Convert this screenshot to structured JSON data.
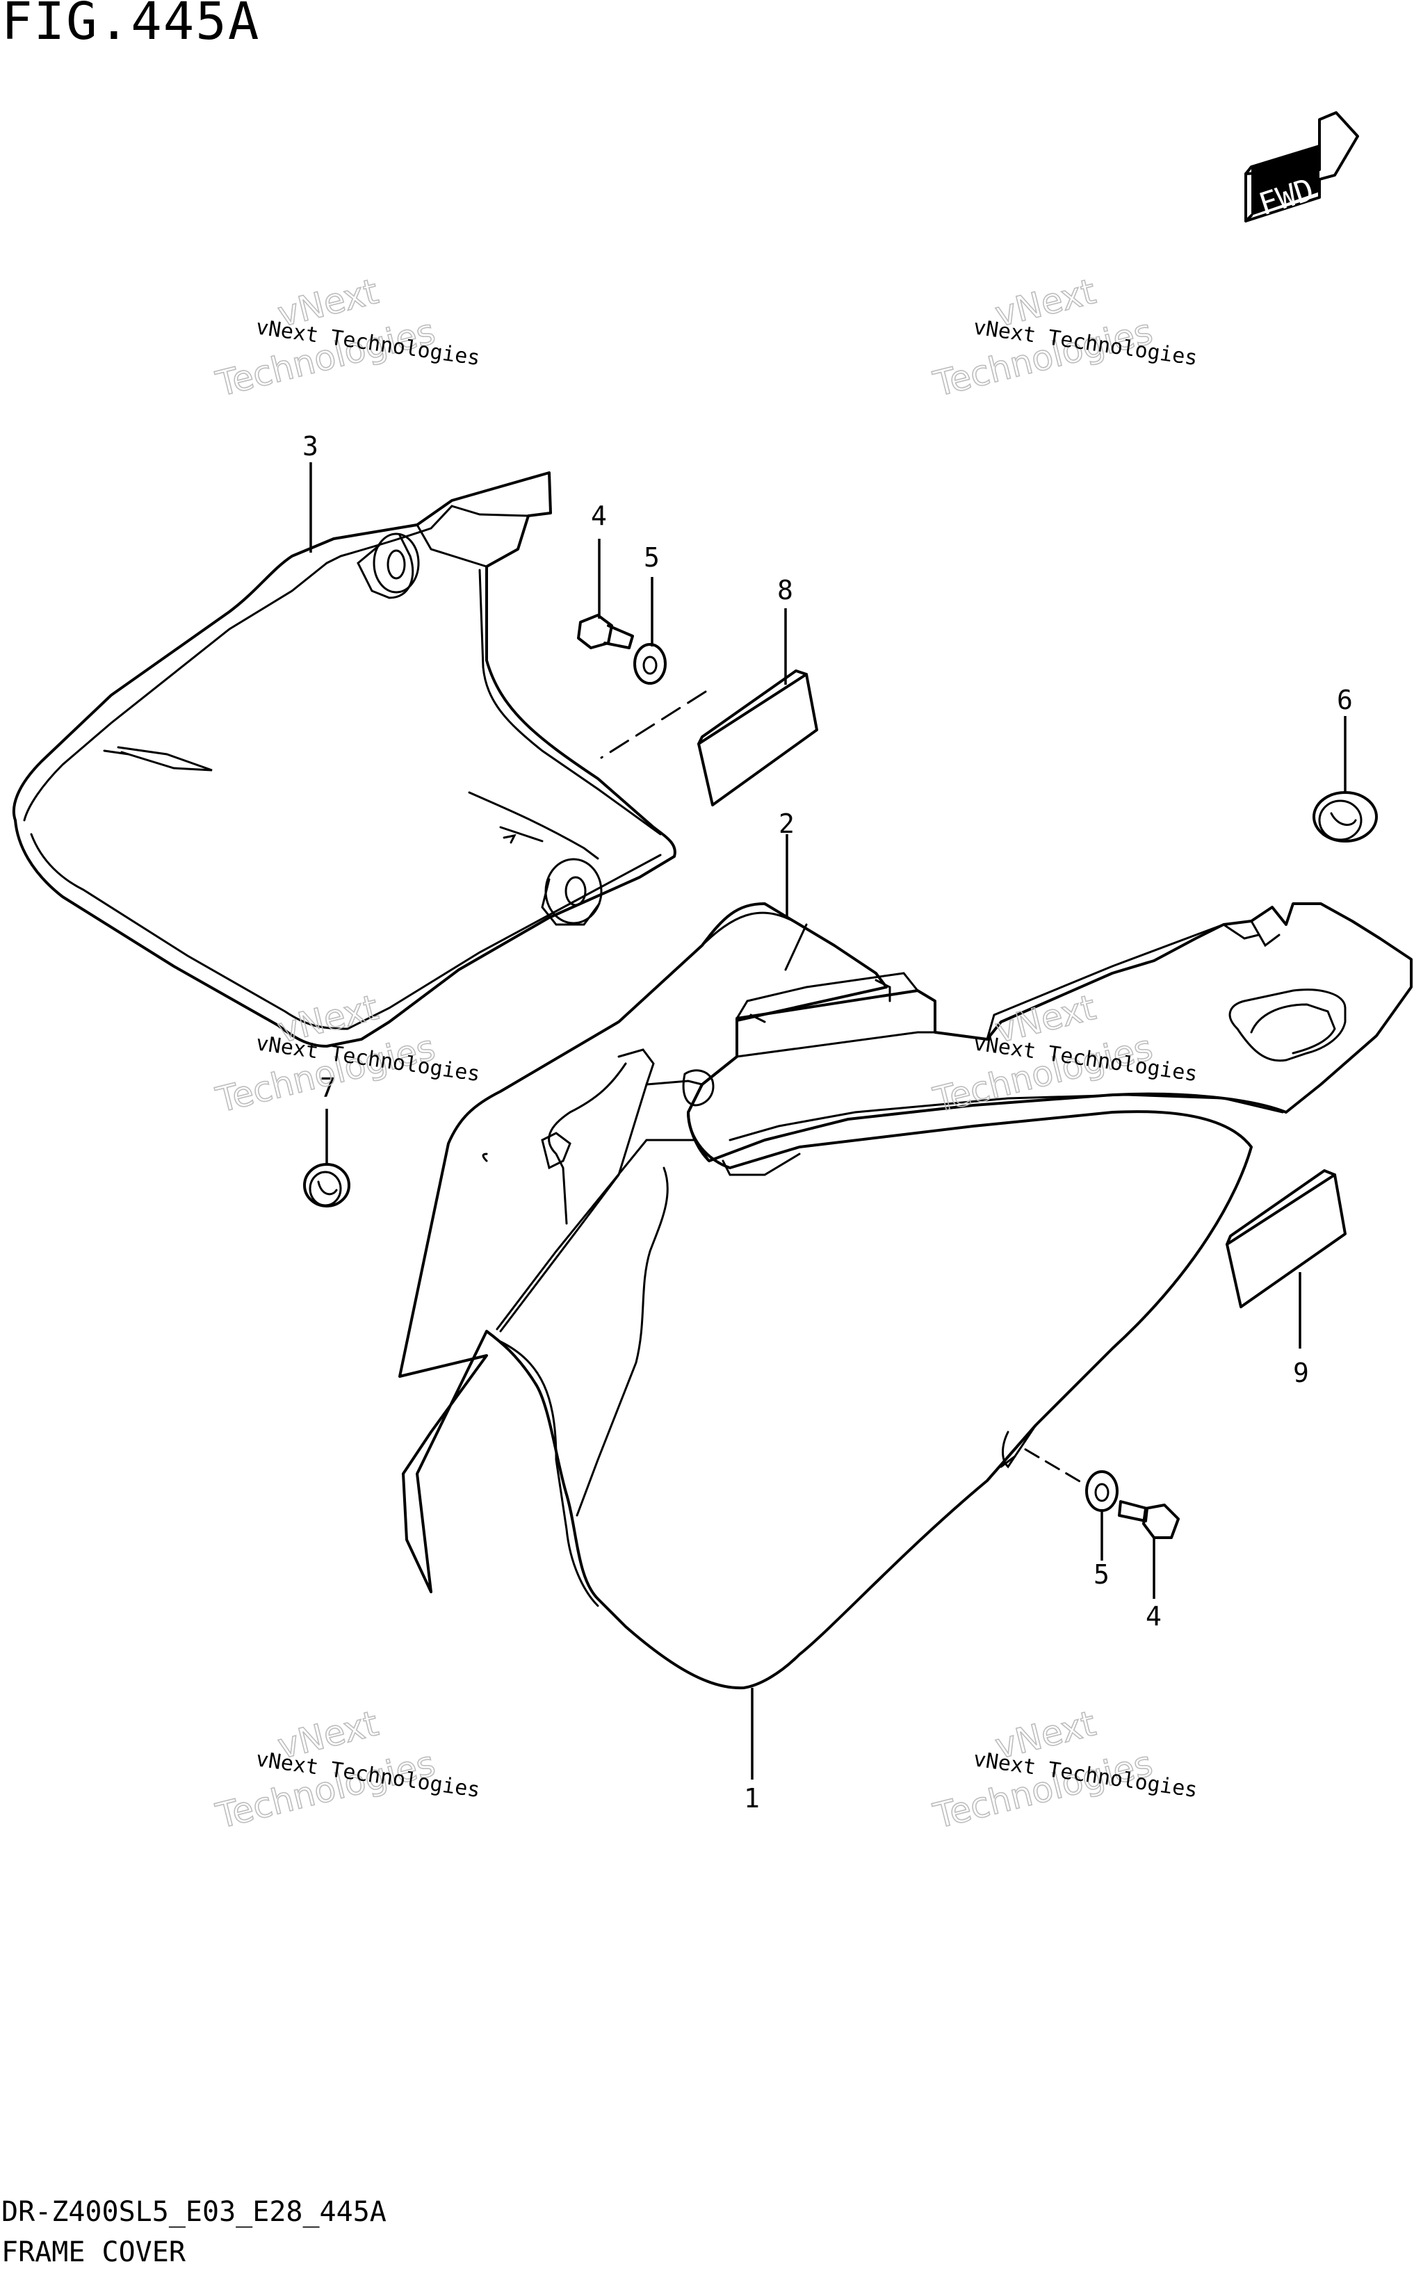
{
  "figure": {
    "title": "FIG.445A",
    "direction_marker": "FWD"
  },
  "callouts": [
    "1",
    "2",
    "3",
    "4",
    "5",
    "6",
    "7",
    "8",
    "9",
    "4",
    "5"
  ],
  "watermarks": [
    {
      "line1": "vNext Technologies",
      "line2": "vNext",
      "line3": "Technologies"
    },
    {
      "line1": "vNext Technologies",
      "line2": "vNext",
      "line3": "Technologies"
    },
    {
      "line1": "vNext Technologies",
      "line2": "vNext",
      "line3": "Technologies"
    },
    {
      "line1": "vNext Technologies",
      "line2": "vNext",
      "line3": "Technologies"
    },
    {
      "line1": "vNext Technologies",
      "line2": "vNext",
      "line3": "Technologies"
    },
    {
      "line1": "vNext Technologies",
      "line2": "vNext",
      "line3": "Technologies"
    }
  ],
  "footer": {
    "model_code": "DR-Z400SL5_E03_E28_445A",
    "section_name": "FRAME COVER"
  }
}
